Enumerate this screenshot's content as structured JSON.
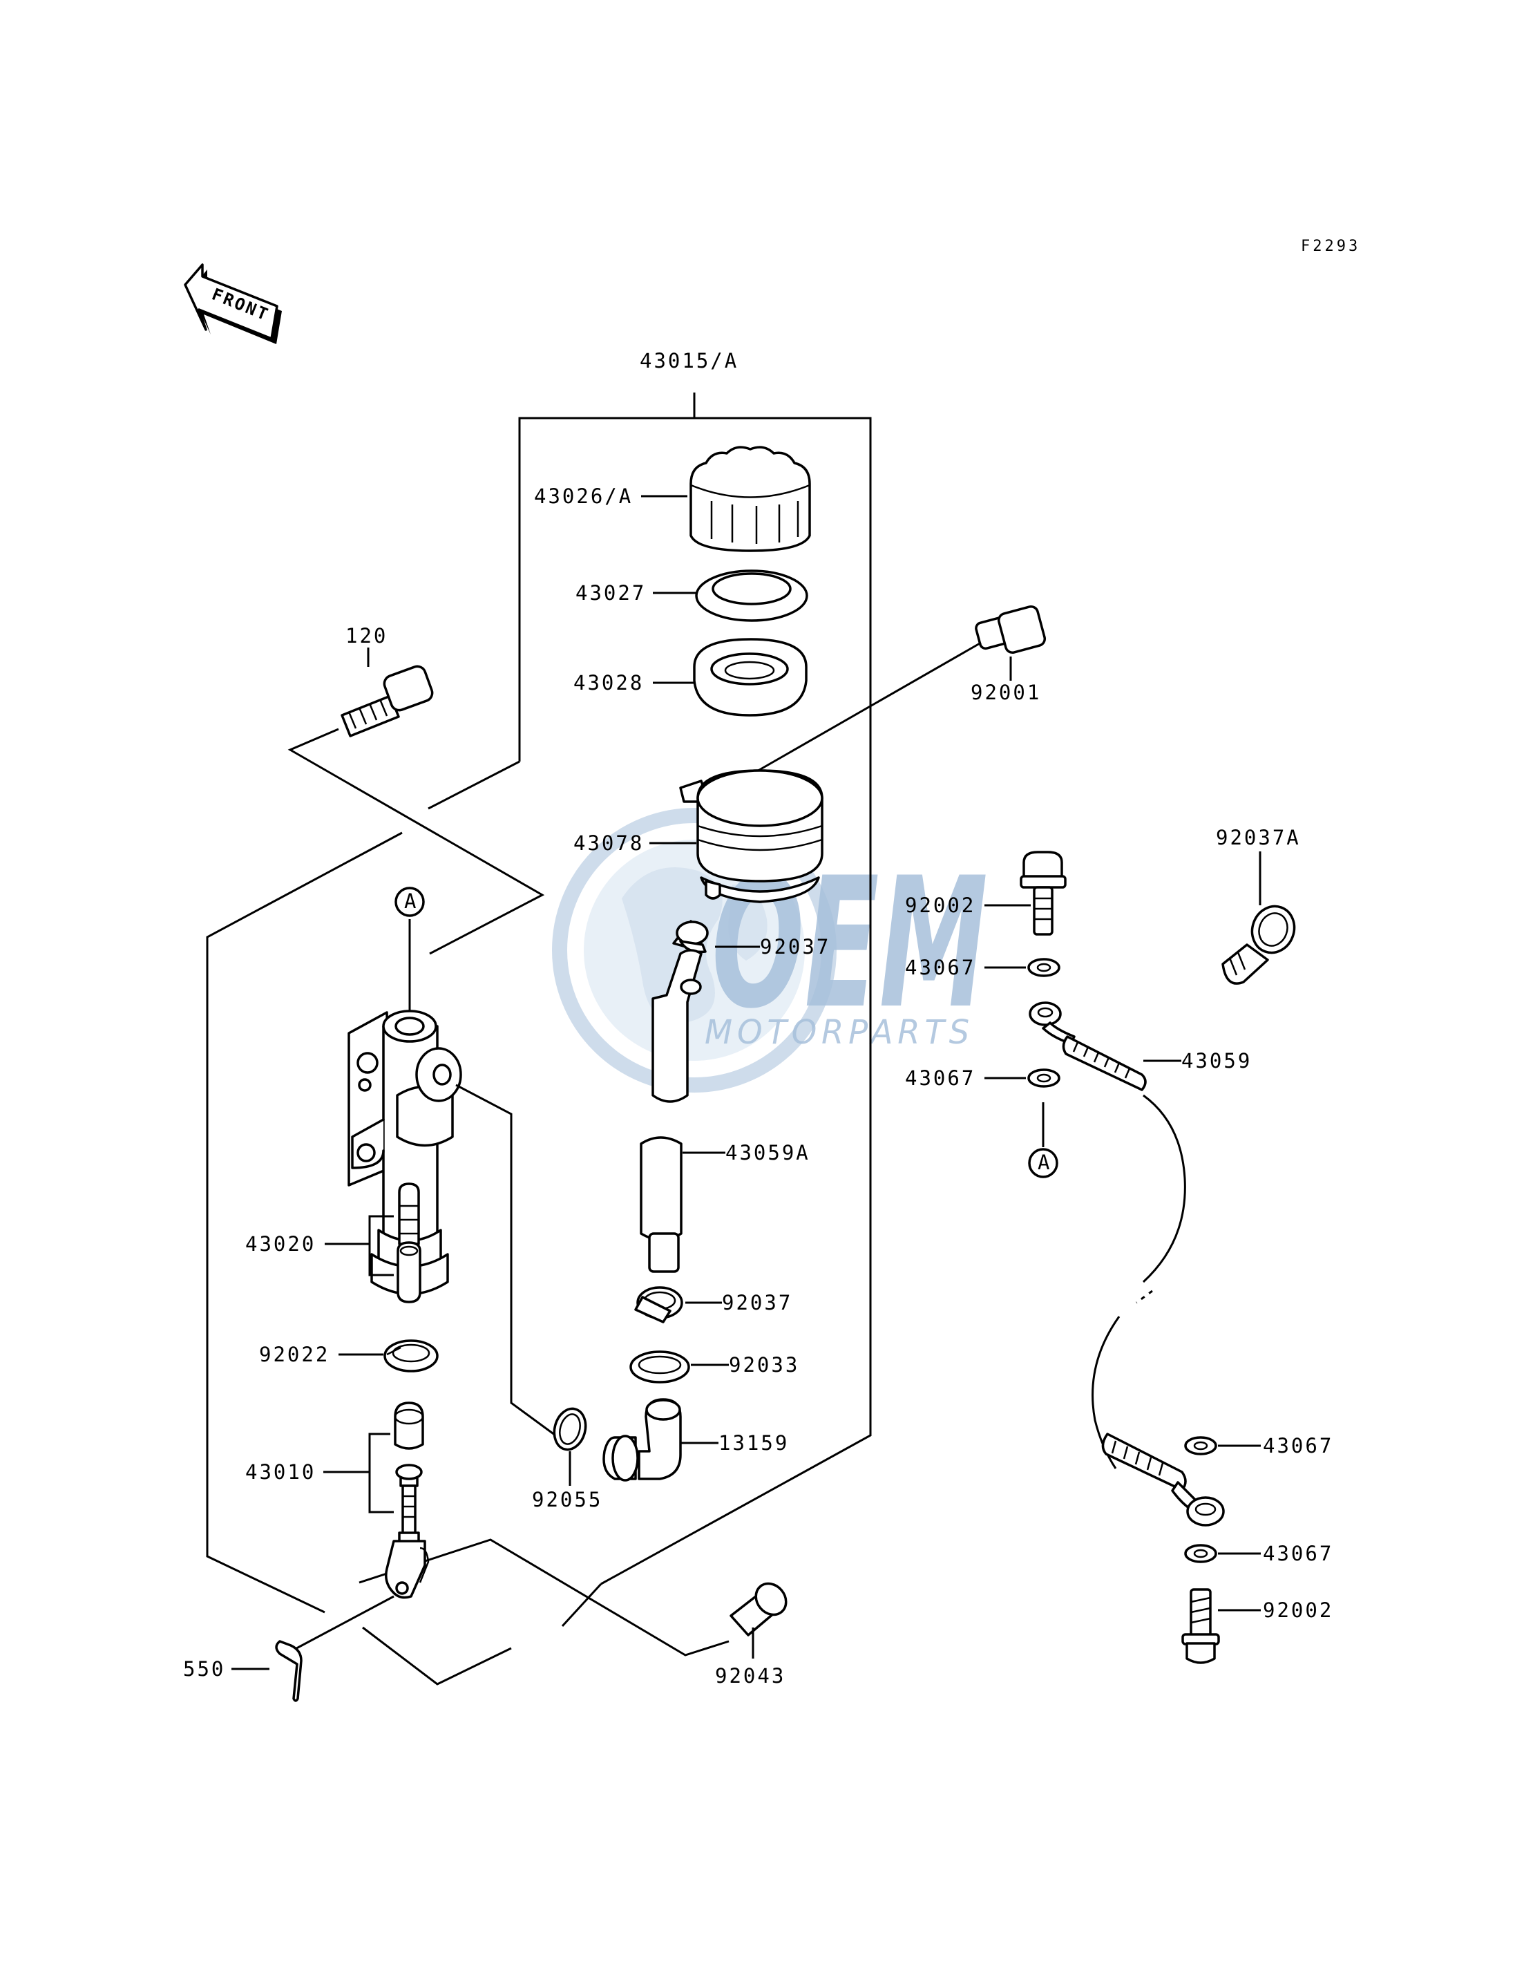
{
  "figure_code": "F2293",
  "front_arrow": {
    "label": "FRONT",
    "icon": "front-arrow-icon"
  },
  "watermark": {
    "brand": "OEM",
    "sub": "MOTORPARTS",
    "color": "#a7c0db"
  },
  "reference_marker": "A",
  "callouts": {
    "assembly": "43015/A",
    "cap": "43026/A",
    "diaphragm_plate": "43027",
    "diaphragm": "43028",
    "bolt_reservoir": "92001",
    "screw": "120",
    "reservoir": "43078",
    "clamp_top": "92037",
    "banjo_bolt_top": "92002",
    "washer_1": "43067",
    "brake_hose": "43059",
    "washer_2": "43067",
    "clamp_a": "92037A",
    "reservoir_hose": "43059A",
    "piston_set": "43020",
    "circlip_1": "92022",
    "clamp_bottom": "92037",
    "circlip_2": "92033",
    "o_ring": "92055",
    "fitting": "13159",
    "push_rod": "43010",
    "cotter_pin": "550",
    "pin": "92043",
    "washer_3": "43067",
    "washer_4": "43067",
    "banjo_bolt_bottom": "92002"
  }
}
